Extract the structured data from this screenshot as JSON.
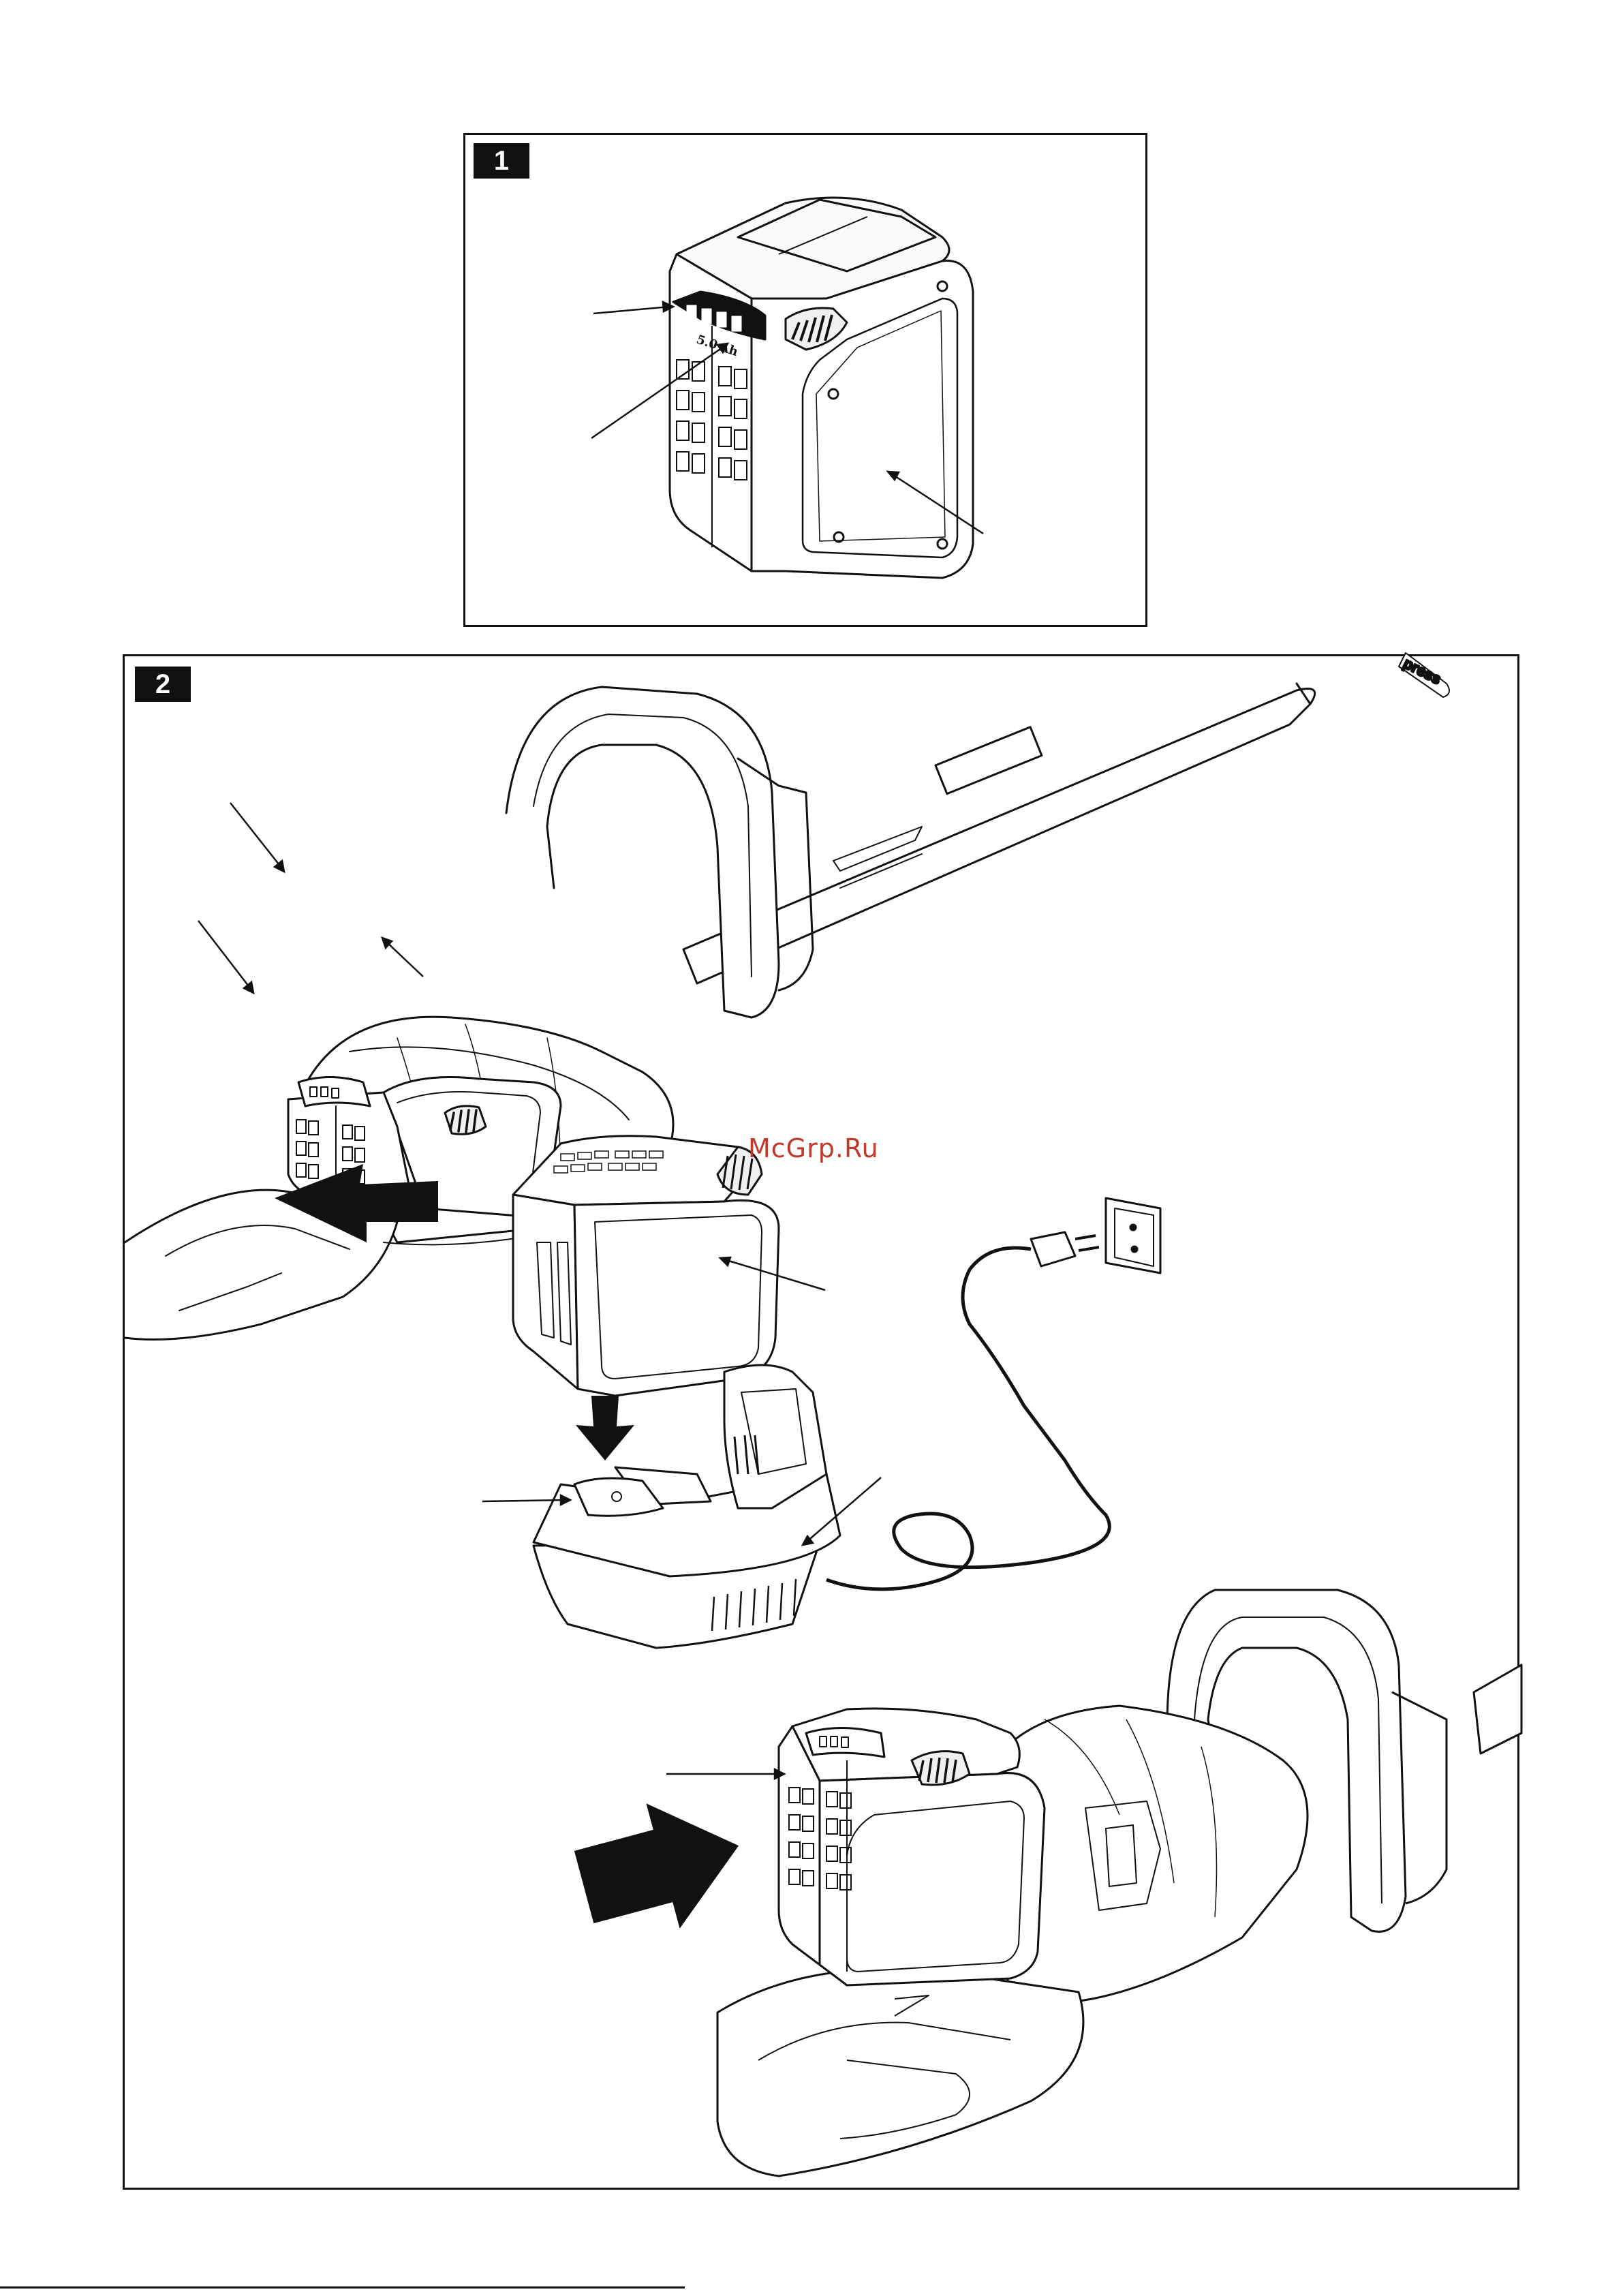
{
  "figures": [
    {
      "number": "1"
    },
    {
      "number": "2"
    }
  ],
  "battery_label": {
    "capacity": "5.0",
    "unit": "Ah"
  },
  "blade_cover_label": "press",
  "watermark": "McGrp.Ru"
}
